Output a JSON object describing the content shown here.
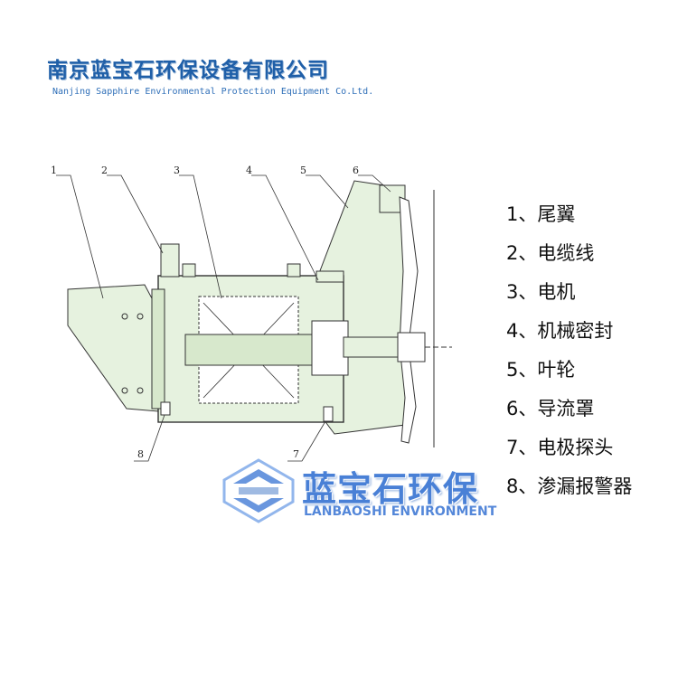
{
  "header": {
    "company_cn": "南京蓝宝石环保设备有限公司",
    "company_en": "Nanjing Sapphire Environmental Protection Equipment Co.Ltd."
  },
  "diagram": {
    "part_numbers": [
      "1",
      "2",
      "3",
      "4",
      "5",
      "6",
      "7",
      "8"
    ]
  },
  "legend": {
    "items": [
      "1、尾翼",
      "2、电缆线",
      "3、电机",
      "4、机械密封",
      "5、叶轮",
      "6、导流罩",
      "7、电极探头",
      "8、渗漏报警器"
    ]
  },
  "watermark": {
    "cn": "蓝宝石环保",
    "en": "LANBAOSHI ENVIRONMENT",
    "logo": "sapphire-logo-icon"
  },
  "colors": {
    "drawing_fill": "#e6f2df",
    "drawing_stroke": "#333333",
    "brand_blue": "#2a6ad0"
  }
}
